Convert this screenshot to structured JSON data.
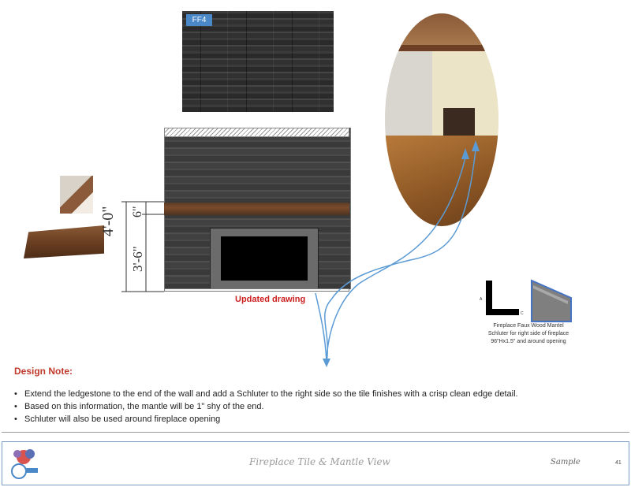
{
  "swatch": {
    "tag": "FF4"
  },
  "drawing": {
    "dim_overall": "4'-0\"",
    "dim_lower": "3'-6\"",
    "dim_mantle": "6\"",
    "updated_label": "Updated drawing"
  },
  "profile": {
    "label_a": "A",
    "label_c": "C",
    "caption_line1": "Fireplace Faux Wood Mantel",
    "caption_line2": "Schluter for right side of fireplace",
    "caption_line3": "96\"Hx1.5\" and around opening"
  },
  "design_note": {
    "title": "Design Note:",
    "bullets": [
      "Extend the ledgestone to the end of the wall and add a Schluter to the right side so the tile finishes with a crisp clean edge detail.",
      "Based on this information, the mantle will be  1\" shy of the end.",
      "Schluter will also be used around fireplace opening"
    ]
  },
  "footer": {
    "title": "Fireplace Tile & Mantle View",
    "sample": "Sample",
    "page": "41"
  },
  "colors": {
    "accent_blue": "#4a88c7",
    "note_red": "#c0392b",
    "arrow_blue": "#5b9bd5"
  }
}
